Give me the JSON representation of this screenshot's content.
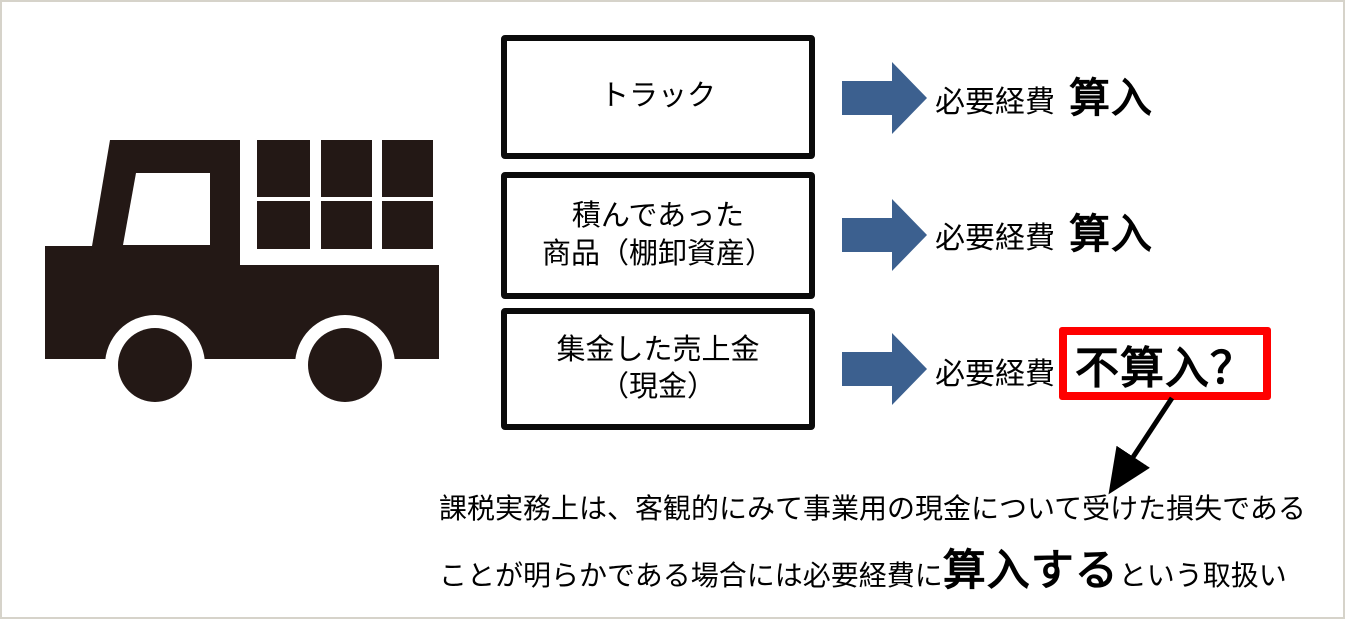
{
  "colors": {
    "arrow_blue": "#3c608f",
    "highlight_red": "#ff0000",
    "box_border": "#0b0b0b",
    "truck_black": "#231815",
    "canvas_border": "#d6d3ca"
  },
  "rows": [
    {
      "box_lines": [
        "トラック"
      ],
      "label": "必要経費",
      "result": "算入",
      "highlighted": false
    },
    {
      "box_lines": [
        "積んであった",
        "商品（棚卸資産）"
      ],
      "label": "必要経費",
      "result": "算入",
      "highlighted": false
    },
    {
      "box_lines": [
        "集金した売上金",
        "（現金）"
      ],
      "label": "必要経費",
      "result": "不算入？",
      "highlighted": true
    }
  ],
  "note": {
    "line1": "課税実務上は、客観的にみて事業用の現金について受けた損失である",
    "line2_prefix": "ことが明らかである場合には必要経費に",
    "line2_emphasis": "算入する",
    "line2_suffix": "という取扱い"
  }
}
